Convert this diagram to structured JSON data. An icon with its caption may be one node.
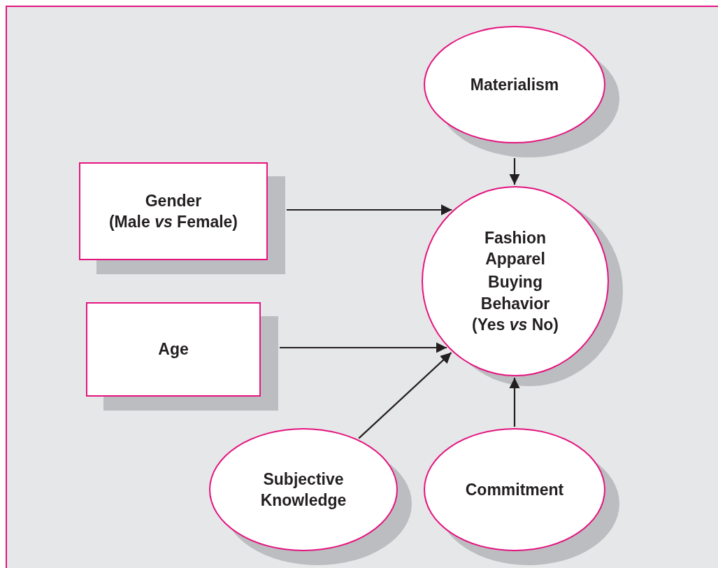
{
  "diagram": {
    "nodes": [
      {
        "text": [
          "Materialism"
        ]
      },
      {
        "text": [
          "Gender",
          "(Male *vs* Female)"
        ]
      },
      {
        "text": [
          "Fashion Apparel",
          "Buying Behavior (Yes *vs* No)"
        ]
      },
      {
        "text": [
          "Age"
        ]
      },
      {
        "text": [
          "Subjective Knowledge"
        ]
      },
      {
        "text": [
          "Commitment"
        ]
      }
    ],
    "edges": [
      {
        "from": 0,
        "to": 2,
        "arrow": "to"
      },
      {
        "from": 1,
        "to": 2,
        "arrow": "to"
      },
      {
        "from": 3,
        "to": 2,
        "arrow": "to"
      },
      {
        "from": 4,
        "to": 2,
        "arrow": "to"
      },
      {
        "from": 5,
        "to": 2,
        "arrow": "to"
      }
    ]
  }
}
